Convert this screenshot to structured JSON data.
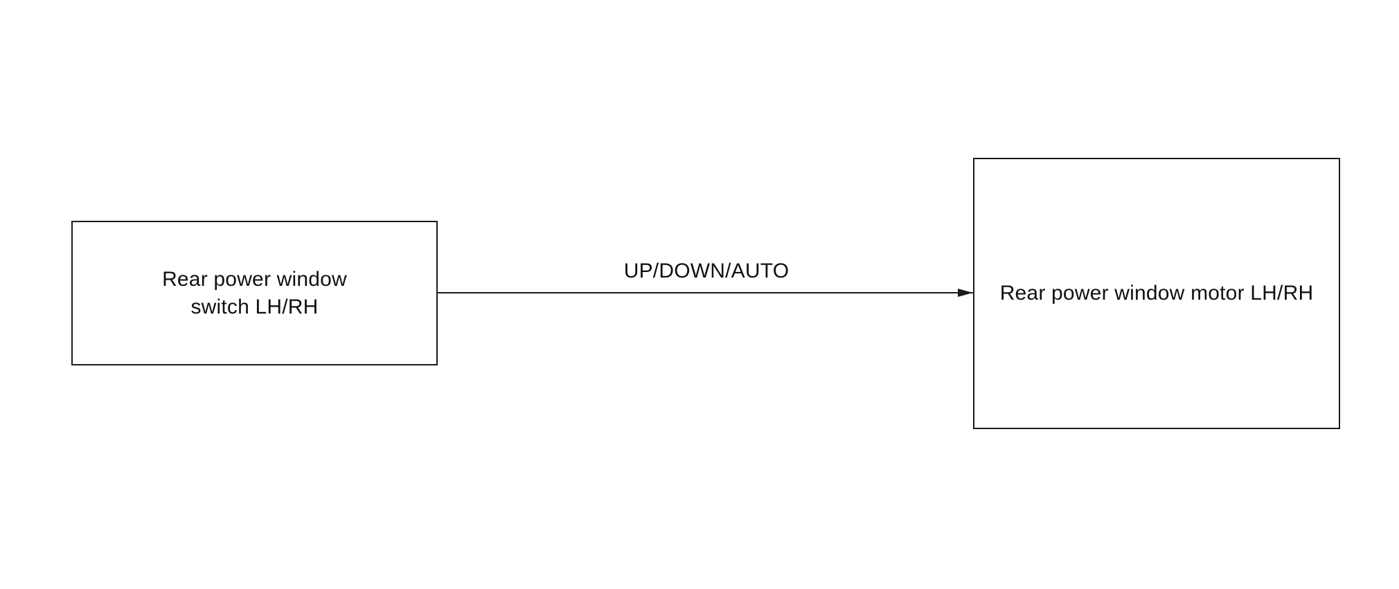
{
  "nodes": {
    "switch": {
      "label_line1": "Rear power window",
      "label_line2": "switch LH/RH"
    },
    "motor": {
      "label": "Rear power window motor LH/RH"
    }
  },
  "edges": [
    {
      "from": "switch",
      "to": "motor",
      "label": "UP/DOWN/AUTO"
    }
  ]
}
